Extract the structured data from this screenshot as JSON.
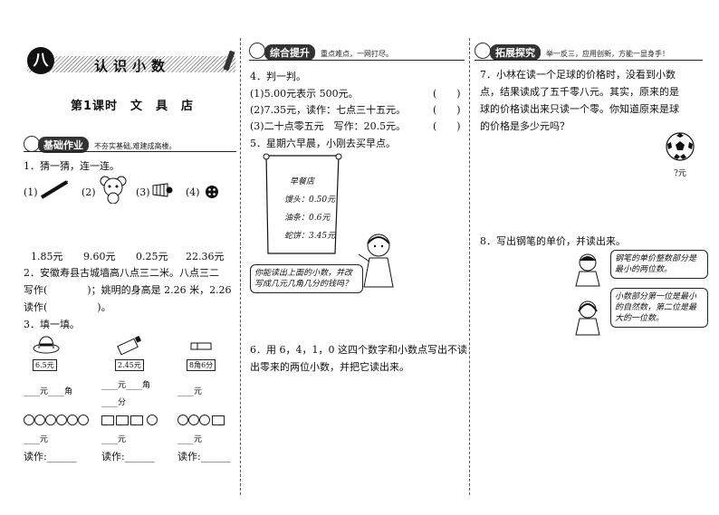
{
  "chapter": {
    "number": "八",
    "title": "认识小数"
  },
  "lesson": {
    "title": "第1课时　文　具　店"
  },
  "basics": {
    "label": "基础作业",
    "note": "不夯实基础,难建成高楼。",
    "q1": "1．猜一猜，连一连。",
    "q1_items": [
      "(1)",
      "(2)",
      "(3)",
      "(4)"
    ],
    "q1_prices": [
      "1.85元",
      "9.60元",
      "0.25元",
      "22.36元"
    ],
    "q2_line1": "2．安徽寿县古城墙高八点三二米。八点三二",
    "q2_line2": "写作(　　　　)；姚明的身高是 2.26 米，2.26",
    "q2_line3": "读作(　　　　　)。",
    "q3": "3．填一填。",
    "q3_tags": [
      "6.5元",
      "2.45元",
      "8角6分"
    ],
    "q3_row1": [
      "____元____角",
      "____元____角",
      "____元"
    ],
    "q3_row1b": "____分",
    "q3_row2": [
      "____元",
      "____元",
      "____元"
    ],
    "q3_read": [
      "读作:______",
      "读作:______",
      "读作:______"
    ]
  },
  "review": {
    "label": "综合提升",
    "note": "重点难点，一网打尽。",
    "q4": "4．判一判。",
    "q4_items": [
      "(1)5.00元表示 500元。",
      "(2)7.35元，读作：七点三十五元。",
      "(3)二十点零五元　写作：20.5元。"
    ],
    "paren": "(　　)",
    "q5": "5．星期六早晨，小刚去买早点。",
    "menu_title": "早餐店",
    "menu_items": [
      "馒头：0.50元",
      "油条：0.6元",
      "蛇饼：3.45元"
    ],
    "q5_bubble": "你能读出上面的小数，并改写成几元几角几分的钱吗？",
    "q6_line1": "6．用 6，4，1，0 这四个数字和小数点写出不读",
    "q6_line2": "出零来的两位小数，并把它读出来。"
  },
  "extension": {
    "label": "拓展探究",
    "note": "举一反三，应用创新，方能一显身手！",
    "q7_lines": [
      "7．小林在读一个足球的价格时，没看到小数",
      "点，结果读成了五千零八元。其实，原来的是",
      "球的价格读出来只读一个零。你知道原来是球",
      "的价格是多少元吗？"
    ],
    "ball_label": "?元",
    "q8": "8．写出钢笔的单价，并读出来。",
    "bubble1": "钢笔的单价整数部分是最小的两位数。",
    "bubble2": "小数部分第一位是最小的自然数，第二位是最大的一位数。"
  }
}
